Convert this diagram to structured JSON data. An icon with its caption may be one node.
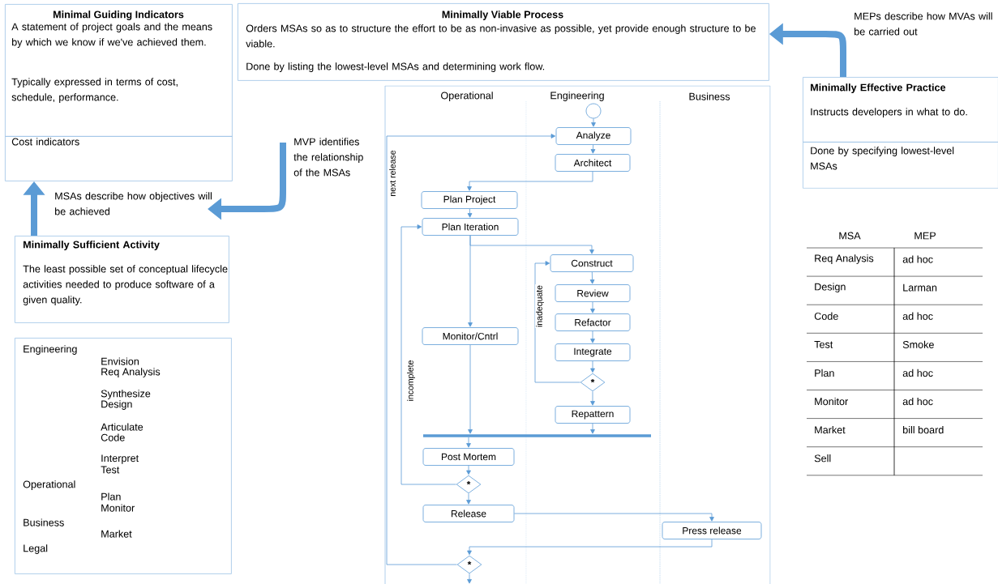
{
  "diagram": {
    "nodes": [
      {
        "text": [
          "Minimal Guiding Indicators",
          "A statement of project goals and the means by which we know if we've achieved them.",
          "Typically expressed in terms of cost, schedule, performance."
        ]
      },
      {
        "text": [
          "Cost indicators"
        ]
      },
      {
        "text": [
          "Minimally Viable Process",
          "Orders MSAs so as to structure the effort to be as non-invasive as possible, yet provide enough structure to be viable.",
          "Done by listing the lowest-level MSAs and determining work flow."
        ]
      },
      {
        "text": [
          "Minimally Effective Practice",
          "Instructs developers in what to do."
        ]
      },
      {
        "text": [
          "Done by specifying lowest-level MSAs"
        ]
      },
      {
        "text": [
          "Minimally Sufficient Activity",
          "The least possible set of conceptual lifecycle activities needed to produce software of a given quality."
        ]
      },
      {
        "text": [
          "Engineering",
          "Envision",
          "Req Analysis",
          "Synthesize",
          "Design",
          "Articulate",
          "Code",
          "Interpret",
          "Test",
          "Operational",
          "Plan",
          "Monitor",
          "Business",
          "Market",
          "Legal"
        ]
      },
      {
        "text": [
          "Operational",
          "Engineering",
          "Business"
        ]
      },
      {
        "text": [],
        "shape": "circle",
        "in": 7
      },
      {
        "text": [
          "Analyze"
        ],
        "in": 7
      },
      {
        "text": [
          "Architect"
        ],
        "in": 7
      },
      {
        "text": [
          "Plan Project"
        ],
        "in": 7
      },
      {
        "text": [
          "Plan Iteration"
        ],
        "in": 7
      },
      {
        "text": [
          "Construct"
        ],
        "in": 7
      },
      {
        "text": [
          "Review"
        ],
        "in": 7
      },
      {
        "text": [
          "Refactor"
        ],
        "in": 7
      },
      {
        "text": [
          "Integrate"
        ],
        "in": 7
      },
      {
        "text": [
          "*"
        ],
        "in": 7
      },
      {
        "text": [
          "Repattern"
        ],
        "in": 7
      },
      {
        "text": [
          "Monitor/Cntrl"
        ],
        "in": 7
      },
      {
        "text": [],
        "shape": "bar",
        "in": 7
      },
      {
        "text": [
          "Post Mortem"
        ],
        "in": 7
      },
      {
        "text": [
          "*"
        ],
        "in": 7
      },
      {
        "text": [
          "Release"
        ],
        "in": 7
      },
      {
        "text": [
          "Press release"
        ],
        "in": 7
      },
      {
        "text": [
          "*"
        ],
        "in": 7
      }
    ],
    "edges": [
      {
        "from": 3,
        "to": 2,
        "arrow": "to",
        "style": "thick"
      },
      {
        "from": 5,
        "to": 1,
        "arrow": "to",
        "style": "thick"
      },
      {
        "from": 8,
        "to": 9,
        "arrow": "to"
      },
      {
        "from": 9,
        "to": 10,
        "arrow": "to"
      },
      {
        "from": 10,
        "to": 11,
        "arrow": "to"
      },
      {
        "from": 11,
        "to": 12,
        "arrow": "to"
      },
      {
        "from": 12,
        "to": 13,
        "arrow": "to"
      },
      {
        "from": 12,
        "to": 19,
        "arrow": "to"
      },
      {
        "from": 13,
        "to": 14,
        "arrow": "to"
      },
      {
        "from": 14,
        "to": 15,
        "arrow": "to"
      },
      {
        "from": 15,
        "to": 16,
        "arrow": "to"
      },
      {
        "from": 16,
        "to": 17,
        "arrow": "to"
      },
      {
        "from": 17,
        "to": 13,
        "arrow": "to",
        "label": "inadequate"
      },
      {
        "from": 17,
        "to": 18,
        "arrow": "to"
      },
      {
        "from": 18,
        "to": 20,
        "arrow": "to"
      },
      {
        "from": 19,
        "to": 20,
        "arrow": "to"
      },
      {
        "from": 20,
        "to": 21,
        "arrow": "to"
      },
      {
        "from": 21,
        "to": 22,
        "arrow": "to"
      },
      {
        "from": 22,
        "to": 12,
        "arrow": "to",
        "label": "incomplete"
      },
      {
        "from": 22,
        "to": 23,
        "arrow": "to"
      },
      {
        "from": 23,
        "to": 24,
        "arrow": "to"
      },
      {
        "from": 24,
        "to": 25,
        "arrow": "to"
      },
      {
        "from": 25,
        "to": 9,
        "arrow": "to",
        "label": "next release"
      },
      {
        "from": 25,
        "to": null,
        "arrow": "to"
      }
    ],
    "labels": [
      "MEPs describe how MVAs will be carried out",
      "MVP identifies the relationship of the MSAs",
      "MSAs describe how objectives will be achieved",
      "MSA",
      "MEP",
      "Req Analysis",
      "ad hoc",
      "Design",
      "Larman",
      "Code",
      "ad hoc",
      "Test",
      "Smoke",
      "Plan",
      "ad hoc",
      "Monitor",
      "ad hoc",
      "Market",
      "bill board",
      "Sell"
    ]
  }
}
